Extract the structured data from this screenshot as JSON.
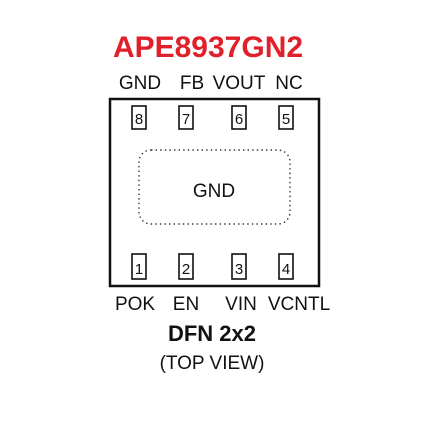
{
  "title": "APE8937GN2",
  "title_color": "#e0202a",
  "text_color": "#111111",
  "package": {
    "name": "DFN 2x2",
    "view": "(TOP VIEW)"
  },
  "pad_label": "GND",
  "top_labels": [
    "GND",
    "FB",
    "VOUT",
    "NC"
  ],
  "bottom_labels": [
    "POK",
    "EN",
    "VIN",
    "VCNTL"
  ],
  "top_pins": [
    {
      "number": "8",
      "label": "GND"
    },
    {
      "number": "7",
      "label": "FB"
    },
    {
      "number": "6",
      "label": "VOUT"
    },
    {
      "number": "5",
      "label": "NC"
    }
  ],
  "bottom_pins": [
    {
      "number": "1",
      "label": "POK"
    },
    {
      "number": "2",
      "label": "EN"
    },
    {
      "number": "3",
      "label": "VIN"
    },
    {
      "number": "4",
      "label": "VCNTL"
    }
  ]
}
